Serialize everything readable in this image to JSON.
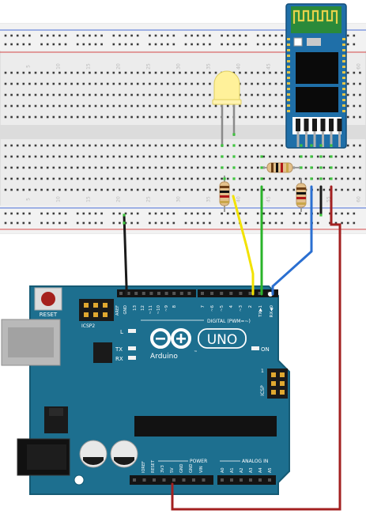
{
  "breadboard": {
    "column_numbers": [
      "5",
      "10",
      "15",
      "20",
      "25",
      "30",
      "35",
      "40",
      "45",
      "50",
      "55",
      "60"
    ]
  },
  "arduino": {
    "reset_label": "RESET",
    "icsp2_label": "ICSP2",
    "icsp_label": "ICSP",
    "aref_label": "AREF",
    "gnd_label": "GND",
    "digital_pin_numbers": [
      "13",
      "12",
      "~11",
      "~10",
      "~9",
      "8",
      "7",
      "~6",
      "~5",
      "4",
      "~3",
      "2",
      "TX▶1",
      "RX◀0"
    ],
    "digital_label": "DIGITAL (PWM=~)",
    "led_l": "L",
    "led_tx": "TX",
    "led_rx": "RX",
    "on_label": "ON",
    "logo_uno": "UNO",
    "logo_arduino": "Arduino",
    "tm": "™",
    "icsp_pin_1": "1",
    "power_label": "POWER",
    "analog_label": "ANALOG IN",
    "power_pins": [
      "IOREF",
      "RESET",
      "3V3",
      "5V",
      "GND",
      "GND",
      "VIN"
    ],
    "analog_pins": [
      "A0",
      "A1",
      "A2",
      "A3",
      "A4",
      "A5"
    ]
  },
  "wires": {
    "colors": {
      "gnd": "#1a1a1a",
      "yellow": "#f2e200",
      "green": "#2ab32a",
      "blue": "#2a6fd1",
      "red": "#a32020"
    }
  },
  "colors": {
    "board_blue": "#1d6f8f",
    "board_edge": "#155a74",
    "breadboard": "#ececec",
    "bt_module_blue": "#1f6fa8",
    "led_yellow": "#fff19a"
  }
}
